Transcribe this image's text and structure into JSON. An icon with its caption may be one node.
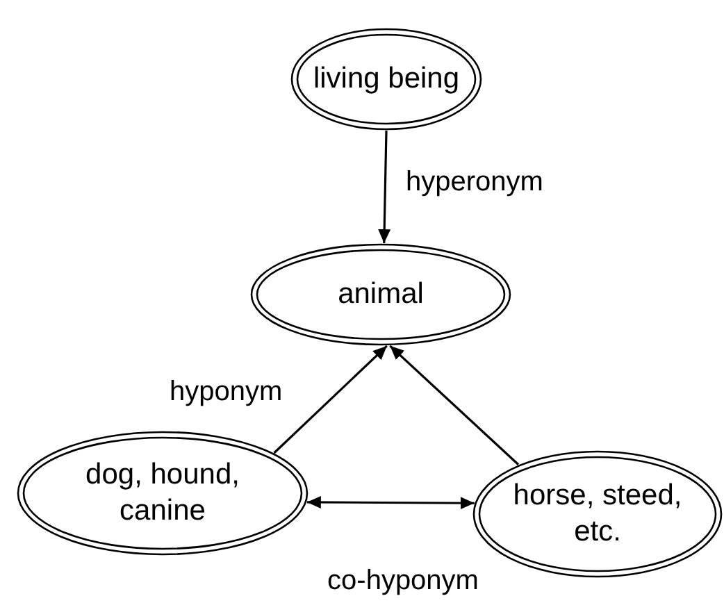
{
  "diagram": {
    "nodes": [
      {
        "text": [
          "living being"
        ]
      },
      {
        "text": [
          "animal"
        ]
      },
      {
        "text": [
          "dog, hound, canine"
        ]
      },
      {
        "text": [
          "horse, steed, etc."
        ]
      }
    ],
    "edges": [
      {
        "from": 0,
        "to": 1,
        "arrow": "to",
        "label": "hyperonym"
      },
      {
        "from": 2,
        "to": 1,
        "arrow": "to",
        "label": "hyponym"
      },
      {
        "from": 3,
        "to": 1,
        "arrow": "to"
      },
      {
        "from": 2,
        "to": 3,
        "arrow": "both",
        "label": "co-hyponym"
      }
    ]
  }
}
